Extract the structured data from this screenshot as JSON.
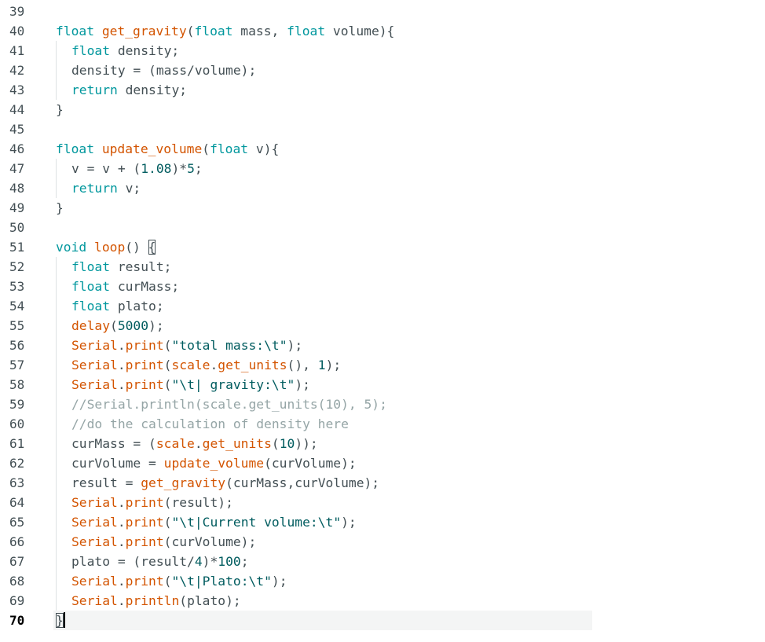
{
  "editor": {
    "current_line": 70,
    "lines": [
      {
        "n": "39",
        "indent": 0,
        "tokens": []
      },
      {
        "n": "40",
        "indent": 0,
        "tokens": [
          {
            "c": "kw",
            "t": "float"
          },
          {
            "c": "pl",
            "t": " "
          },
          {
            "c": "fn",
            "t": "get_gravity"
          },
          {
            "c": "pl",
            "t": "("
          },
          {
            "c": "kw",
            "t": "float"
          },
          {
            "c": "pl",
            "t": " mass, "
          },
          {
            "c": "kw",
            "t": "float"
          },
          {
            "c": "pl",
            "t": " volume){"
          }
        ]
      },
      {
        "n": "41",
        "indent": 1,
        "tokens": [
          {
            "c": "kw",
            "t": "float"
          },
          {
            "c": "pl",
            "t": " density;"
          }
        ]
      },
      {
        "n": "42",
        "indent": 1,
        "tokens": [
          {
            "c": "pl",
            "t": "density = (mass/volume);"
          }
        ]
      },
      {
        "n": "43",
        "indent": 1,
        "tokens": [
          {
            "c": "kw",
            "t": "return"
          },
          {
            "c": "pl",
            "t": " density;"
          }
        ]
      },
      {
        "n": "44",
        "indent": 0,
        "tokens": [
          {
            "c": "pl",
            "t": "}"
          }
        ]
      },
      {
        "n": "45",
        "indent": 0,
        "tokens": []
      },
      {
        "n": "46",
        "indent": 0,
        "tokens": [
          {
            "c": "kw",
            "t": "float"
          },
          {
            "c": "pl",
            "t": " "
          },
          {
            "c": "fn",
            "t": "update_volume"
          },
          {
            "c": "pl",
            "t": "("
          },
          {
            "c": "kw",
            "t": "float"
          },
          {
            "c": "pl",
            "t": " v){"
          }
        ]
      },
      {
        "n": "47",
        "indent": 1,
        "tokens": [
          {
            "c": "pl",
            "t": "v = v + ("
          },
          {
            "c": "num",
            "t": "1.08"
          },
          {
            "c": "pl",
            "t": ")*"
          },
          {
            "c": "num",
            "t": "5"
          },
          {
            "c": "pl",
            "t": ";"
          }
        ]
      },
      {
        "n": "48",
        "indent": 1,
        "tokens": [
          {
            "c": "kw",
            "t": "return"
          },
          {
            "c": "pl",
            "t": " v;"
          }
        ]
      },
      {
        "n": "49",
        "indent": 0,
        "tokens": [
          {
            "c": "pl",
            "t": "}"
          }
        ]
      },
      {
        "n": "50",
        "indent": 0,
        "tokens": []
      },
      {
        "n": "51",
        "indent": 0,
        "tokens": [
          {
            "c": "kw",
            "t": "void"
          },
          {
            "c": "pl",
            "t": " "
          },
          {
            "c": "fn",
            "t": "loop"
          },
          {
            "c": "pl",
            "t": "() "
          },
          {
            "c": "pl",
            "t": "{",
            "match": true
          }
        ]
      },
      {
        "n": "52",
        "indent": 1,
        "tokens": [
          {
            "c": "kw",
            "t": "float"
          },
          {
            "c": "pl",
            "t": " result;"
          }
        ]
      },
      {
        "n": "53",
        "indent": 1,
        "tokens": [
          {
            "c": "kw",
            "t": "float"
          },
          {
            "c": "pl",
            "t": " curMass;"
          }
        ]
      },
      {
        "n": "54",
        "indent": 1,
        "tokens": [
          {
            "c": "kw",
            "t": "float"
          },
          {
            "c": "pl",
            "t": " plato;"
          }
        ]
      },
      {
        "n": "55",
        "indent": 1,
        "tokens": [
          {
            "c": "fn",
            "t": "delay"
          },
          {
            "c": "pl",
            "t": "("
          },
          {
            "c": "num",
            "t": "5000"
          },
          {
            "c": "pl",
            "t": ");"
          }
        ]
      },
      {
        "n": "56",
        "indent": 1,
        "tokens": [
          {
            "c": "cls",
            "t": "Serial"
          },
          {
            "c": "pl",
            "t": "."
          },
          {
            "c": "fn",
            "t": "print"
          },
          {
            "c": "pl",
            "t": "("
          },
          {
            "c": "str",
            "t": "\"total mass:\\t\""
          },
          {
            "c": "pl",
            "t": ");"
          }
        ]
      },
      {
        "n": "57",
        "indent": 1,
        "tokens": [
          {
            "c": "cls",
            "t": "Serial"
          },
          {
            "c": "pl",
            "t": "."
          },
          {
            "c": "fn",
            "t": "print"
          },
          {
            "c": "pl",
            "t": "("
          },
          {
            "c": "fn",
            "t": "scale"
          },
          {
            "c": "pl",
            "t": "."
          },
          {
            "c": "fn",
            "t": "get_units"
          },
          {
            "c": "pl",
            "t": "(), "
          },
          {
            "c": "num",
            "t": "1"
          },
          {
            "c": "pl",
            "t": ");"
          }
        ]
      },
      {
        "n": "58",
        "indent": 1,
        "tokens": [
          {
            "c": "cls",
            "t": "Serial"
          },
          {
            "c": "pl",
            "t": "."
          },
          {
            "c": "fn",
            "t": "print"
          },
          {
            "c": "pl",
            "t": "("
          },
          {
            "c": "str",
            "t": "\"\\t| gravity:\\t\""
          },
          {
            "c": "pl",
            "t": ");"
          }
        ]
      },
      {
        "n": "59",
        "indent": 1,
        "tokens": [
          {
            "c": "com",
            "t": "//Serial.println(scale.get_units(10), 5);"
          }
        ]
      },
      {
        "n": "60",
        "indent": 1,
        "tokens": [
          {
            "c": "com",
            "t": "//do the calculation of density here"
          }
        ]
      },
      {
        "n": "61",
        "indent": 1,
        "tokens": [
          {
            "c": "pl",
            "t": "curMass = "
          },
          {
            "c": "pl",
            "t": "("
          },
          {
            "c": "fn",
            "t": "scale"
          },
          {
            "c": "pl",
            "t": "."
          },
          {
            "c": "fn",
            "t": "get_units"
          },
          {
            "c": "pl",
            "t": "("
          },
          {
            "c": "num",
            "t": "10"
          },
          {
            "c": "pl",
            "t": "));"
          }
        ]
      },
      {
        "n": "62",
        "indent": 1,
        "tokens": [
          {
            "c": "pl",
            "t": "curVolume = "
          },
          {
            "c": "fn",
            "t": "update_volume"
          },
          {
            "c": "pl",
            "t": "(curVolume);"
          }
        ]
      },
      {
        "n": "63",
        "indent": 1,
        "tokens": [
          {
            "c": "pl",
            "t": "result = "
          },
          {
            "c": "fn",
            "t": "get_gravity"
          },
          {
            "c": "pl",
            "t": "(curMass,curVolume);"
          }
        ]
      },
      {
        "n": "64",
        "indent": 1,
        "tokens": [
          {
            "c": "cls",
            "t": "Serial"
          },
          {
            "c": "pl",
            "t": "."
          },
          {
            "c": "fn",
            "t": "print"
          },
          {
            "c": "pl",
            "t": "(result);"
          }
        ]
      },
      {
        "n": "65",
        "indent": 1,
        "tokens": [
          {
            "c": "cls",
            "t": "Serial"
          },
          {
            "c": "pl",
            "t": "."
          },
          {
            "c": "fn",
            "t": "print"
          },
          {
            "c": "pl",
            "t": "("
          },
          {
            "c": "str",
            "t": "\"\\t|Current volume:\\t\""
          },
          {
            "c": "pl",
            "t": ");"
          }
        ]
      },
      {
        "n": "66",
        "indent": 1,
        "tokens": [
          {
            "c": "cls",
            "t": "Serial"
          },
          {
            "c": "pl",
            "t": "."
          },
          {
            "c": "fn",
            "t": "print"
          },
          {
            "c": "pl",
            "t": "(curVolume);"
          }
        ]
      },
      {
        "n": "67",
        "indent": 1,
        "tokens": [
          {
            "c": "pl",
            "t": "plato = (result/"
          },
          {
            "c": "num",
            "t": "4"
          },
          {
            "c": "pl",
            "t": ")*"
          },
          {
            "c": "num",
            "t": "100"
          },
          {
            "c": "pl",
            "t": ";"
          }
        ]
      },
      {
        "n": "68",
        "indent": 1,
        "tokens": [
          {
            "c": "cls",
            "t": "Serial"
          },
          {
            "c": "pl",
            "t": "."
          },
          {
            "c": "fn",
            "t": "print"
          },
          {
            "c": "pl",
            "t": "("
          },
          {
            "c": "str",
            "t": "\"\\t|Plato:\\t\""
          },
          {
            "c": "pl",
            "t": ");"
          }
        ]
      },
      {
        "n": "69",
        "indent": 1,
        "tokens": [
          {
            "c": "cls",
            "t": "Serial"
          },
          {
            "c": "pl",
            "t": "."
          },
          {
            "c": "fn",
            "t": "println"
          },
          {
            "c": "pl",
            "t": "(plato);"
          }
        ]
      },
      {
        "n": "70",
        "indent": 0,
        "tokens": [
          {
            "c": "pl",
            "t": "}",
            "match": true,
            "caret": true
          }
        ]
      }
    ]
  },
  "colors": {
    "keyword": "#00979d",
    "function": "#d35400",
    "plain": "#434f54",
    "string": "#005c5f",
    "comment": "#95a5a6",
    "current_line_bg": "#f4f5f5"
  }
}
